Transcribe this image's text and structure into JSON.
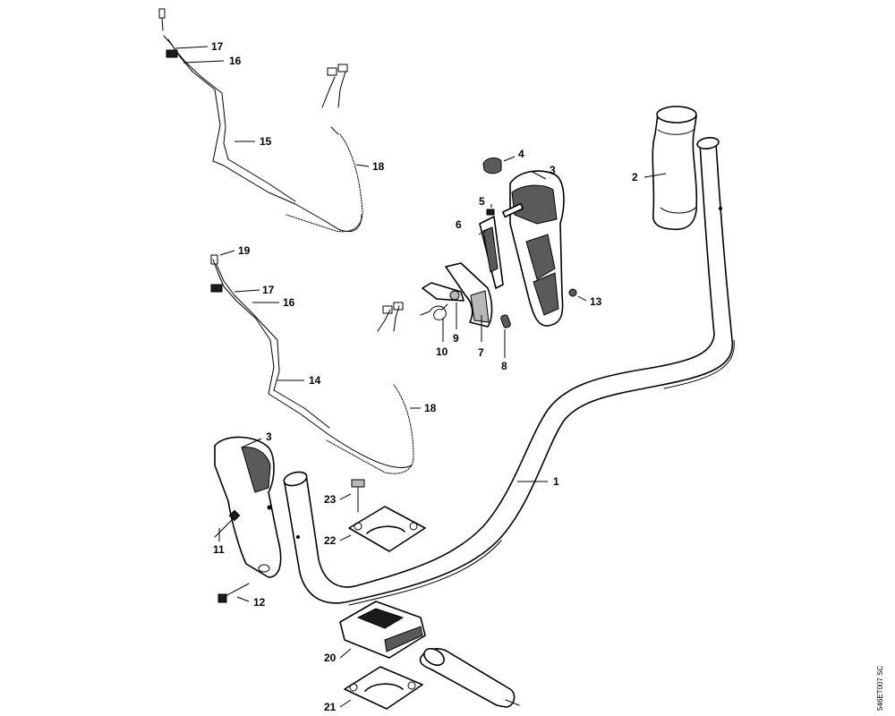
{
  "diagram": {
    "drawing_code": "546ET007 SC",
    "callouts": [
      {
        "id": "c1",
        "label": "1"
      },
      {
        "id": "c2",
        "label": "2"
      },
      {
        "id": "c3a",
        "label": "3"
      },
      {
        "id": "c3b",
        "label": "3"
      },
      {
        "id": "c4",
        "label": "4"
      },
      {
        "id": "c5",
        "label": "5"
      },
      {
        "id": "c6",
        "label": "6"
      },
      {
        "id": "c7",
        "label": "7"
      },
      {
        "id": "c8",
        "label": "8"
      },
      {
        "id": "c9",
        "label": "9"
      },
      {
        "id": "c10",
        "label": "10"
      },
      {
        "id": "c11",
        "label": "11"
      },
      {
        "id": "c12",
        "label": "12"
      },
      {
        "id": "c13",
        "label": "13"
      },
      {
        "id": "c14",
        "label": "14"
      },
      {
        "id": "c15",
        "label": "15"
      },
      {
        "id": "c16a",
        "label": "16"
      },
      {
        "id": "c16b",
        "label": "16"
      },
      {
        "id": "c17a",
        "label": "17"
      },
      {
        "id": "c17b",
        "label": "17"
      },
      {
        "id": "c18a",
        "label": "18"
      },
      {
        "id": "c18b",
        "label": "18"
      },
      {
        "id": "c19",
        "label": "19"
      },
      {
        "id": "c20",
        "label": "20"
      },
      {
        "id": "c21",
        "label": "21"
      },
      {
        "id": "c22",
        "label": "22"
      },
      {
        "id": "c23",
        "label": "23"
      }
    ]
  }
}
